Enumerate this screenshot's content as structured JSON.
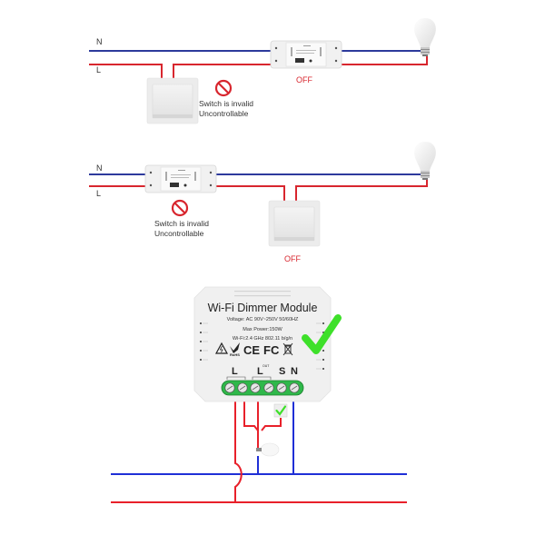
{
  "colors": {
    "neutral_wire": "#2d3a9c",
    "live_wire": "#d8262e",
    "terminal_green": "#2fb84a",
    "check_green": "#3ee02a",
    "prohibit_red": "#d8262e"
  },
  "scenario_1": {
    "neutral_label": "N",
    "live_label": "L",
    "relay_state": "OFF",
    "prohibit_icon": "prohibited-icon",
    "note_line1": "Switch is invalid",
    "note_line2": "Uncontrollable"
  },
  "scenario_2": {
    "neutral_label": "N",
    "live_label": "L",
    "switch_state": "OFF",
    "prohibit_icon": "prohibited-icon",
    "note_line1": "Switch is invalid",
    "note_line2": "Uncontrollable"
  },
  "module": {
    "title": "Wi-Fi Dimmer Module",
    "voltage": "Voltage: AC 90V~250V   50/60HZ",
    "max_power": "Max Power:150W",
    "wifi": "Wi-Fi:2.4 GHz    802.11 b/g/n",
    "certifications": [
      "warning-icon",
      "RoHS",
      "CE",
      "FC",
      "weee-bin-icon"
    ],
    "rohs_label": "RoHS",
    "ce_label": "CE",
    "fc_label": "FC",
    "terminals": {
      "l": "L",
      "lout": "L",
      "lout_sup": "OUT",
      "s": "S",
      "n": "N"
    },
    "status_icon": "checkmark-icon"
  }
}
